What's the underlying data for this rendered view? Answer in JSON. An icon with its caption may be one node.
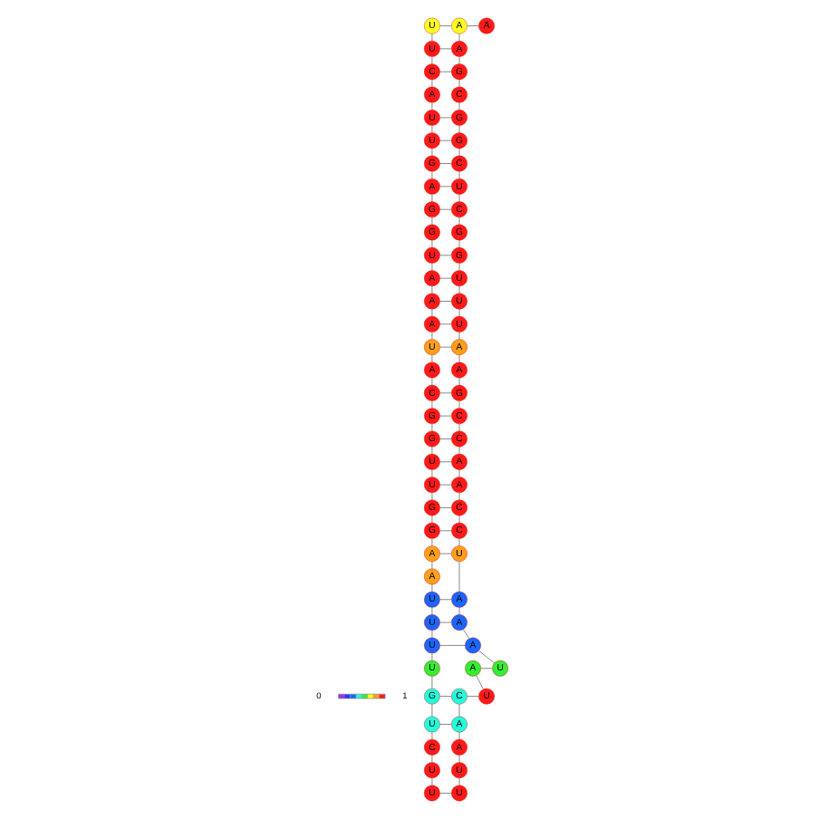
{
  "diagram": {
    "nodes": [
      {
        "text": [
          "U"
        ]
      },
      {
        "text": [
          "U"
        ]
      },
      {
        "text": [
          "C"
        ]
      },
      {
        "text": [
          "A"
        ]
      },
      {
        "text": [
          "U"
        ]
      },
      {
        "text": [
          "U"
        ]
      },
      {
        "text": [
          "G"
        ]
      },
      {
        "text": [
          "A"
        ]
      },
      {
        "text": [
          "G"
        ]
      },
      {
        "text": [
          "G"
        ]
      },
      {
        "text": [
          "U"
        ]
      },
      {
        "text": [
          "A"
        ]
      },
      {
        "text": [
          "A"
        ]
      },
      {
        "text": [
          "A"
        ]
      },
      {
        "text": [
          "U"
        ]
      },
      {
        "text": [
          "A"
        ]
      },
      {
        "text": [
          "C"
        ]
      },
      {
        "text": [
          "G"
        ]
      },
      {
        "text": [
          "G"
        ]
      },
      {
        "text": [
          "U"
        ]
      },
      {
        "text": [
          "U"
        ]
      },
      {
        "text": [
          "G"
        ]
      },
      {
        "text": [
          "G"
        ]
      },
      {
        "text": [
          "A"
        ]
      },
      {
        "text": [
          "A"
        ]
      },
      {
        "text": [
          "U"
        ]
      },
      {
        "text": [
          "U"
        ]
      },
      {
        "text": [
          "U"
        ]
      },
      {
        "text": [
          "U"
        ]
      },
      {
        "text": [
          "G"
        ]
      },
      {
        "text": [
          "U"
        ]
      },
      {
        "text": [
          "C"
        ]
      },
      {
        "text": [
          "U"
        ]
      },
      {
        "text": [
          "U"
        ]
      },
      {
        "text": [
          "U"
        ]
      },
      {
        "text": [
          "U"
        ]
      },
      {
        "text": [
          "A"
        ]
      },
      {
        "text": [
          "A"
        ]
      },
      {
        "text": [
          "C"
        ]
      },
      {
        "text": [
          "U"
        ]
      },
      {
        "text": [
          "A"
        ]
      },
      {
        "text": [
          "U"
        ]
      },
      {
        "text": [
          "A"
        ]
      },
      {
        "text": [
          "A"
        ]
      },
      {
        "text": [
          "A"
        ]
      },
      {
        "text": [
          "U"
        ]
      },
      {
        "text": [
          "C"
        ]
      },
      {
        "text": [
          "C"
        ]
      },
      {
        "text": [
          "A"
        ]
      },
      {
        "text": [
          "A"
        ]
      },
      {
        "text": [
          "C"
        ]
      },
      {
        "text": [
          "C"
        ]
      },
      {
        "text": [
          "G"
        ]
      },
      {
        "text": [
          "A"
        ]
      },
      {
        "text": [
          "A"
        ]
      },
      {
        "text": [
          "U"
        ]
      },
      {
        "text": [
          "U"
        ]
      },
      {
        "text": [
          "U"
        ]
      },
      {
        "text": [
          "G"
        ]
      },
      {
        "text": [
          "G"
        ]
      },
      {
        "text": [
          "C"
        ]
      },
      {
        "text": [
          "U"
        ]
      },
      {
        "text": [
          "C"
        ]
      },
      {
        "text": [
          "G"
        ]
      },
      {
        "text": [
          "G"
        ]
      },
      {
        "text": [
          "C"
        ]
      },
      {
        "text": [
          "G"
        ]
      },
      {
        "text": [
          "A"
        ]
      },
      {
        "text": [
          "A"
        ]
      },
      {
        "text": [
          "A"
        ]
      }
    ],
    "edges": [
      {
        "from": 0,
        "to": 1,
        "arrow": "none"
      },
      {
        "from": 1,
        "to": 2,
        "arrow": "none"
      },
      {
        "from": 2,
        "to": 3,
        "arrow": "none"
      },
      {
        "from": 3,
        "to": 4,
        "arrow": "none"
      },
      {
        "from": 4,
        "to": 5,
        "arrow": "none"
      },
      {
        "from": 5,
        "to": 6,
        "arrow": "none"
      },
      {
        "from": 6,
        "to": 7,
        "arrow": "none"
      },
      {
        "from": 7,
        "to": 8,
        "arrow": "none"
      },
      {
        "from": 8,
        "to": 9,
        "arrow": "none"
      },
      {
        "from": 9,
        "to": 10,
        "arrow": "none"
      },
      {
        "from": 10,
        "to": 11,
        "arrow": "none"
      },
      {
        "from": 11,
        "to": 12,
        "arrow": "none"
      },
      {
        "from": 12,
        "to": 13,
        "arrow": "none"
      },
      {
        "from": 13,
        "to": 14,
        "arrow": "none"
      },
      {
        "from": 14,
        "to": 15,
        "arrow": "none"
      },
      {
        "from": 15,
        "to": 16,
        "arrow": "none"
      },
      {
        "from": 16,
        "to": 17,
        "arrow": "none"
      },
      {
        "from": 17,
        "to": 18,
        "arrow": "none"
      },
      {
        "from": 18,
        "to": 19,
        "arrow": "none"
      },
      {
        "from": 19,
        "to": 20,
        "arrow": "none"
      },
      {
        "from": 20,
        "to": 21,
        "arrow": "none"
      },
      {
        "from": 21,
        "to": 22,
        "arrow": "none"
      },
      {
        "from": 22,
        "to": 23,
        "arrow": "none"
      },
      {
        "from": 23,
        "to": 24,
        "arrow": "none"
      },
      {
        "from": 24,
        "to": 25,
        "arrow": "none"
      },
      {
        "from": 25,
        "to": 26,
        "arrow": "none"
      },
      {
        "from": 26,
        "to": 27,
        "arrow": "none"
      },
      {
        "from": 27,
        "to": 28,
        "arrow": "none"
      },
      {
        "from": 28,
        "to": 29,
        "arrow": "none"
      },
      {
        "from": 29,
        "to": 30,
        "arrow": "none"
      },
      {
        "from": 30,
        "to": 31,
        "arrow": "none"
      },
      {
        "from": 31,
        "to": 32,
        "arrow": "none"
      },
      {
        "from": 32,
        "to": 33,
        "arrow": "none"
      },
      {
        "from": 33,
        "to": 34,
        "arrow": "none"
      },
      {
        "from": 34,
        "to": 35,
        "arrow": "none"
      },
      {
        "from": 35,
        "to": 36,
        "arrow": "none"
      },
      {
        "from": 36,
        "to": 37,
        "arrow": "none"
      },
      {
        "from": 37,
        "to": 38,
        "arrow": "none"
      },
      {
        "from": 38,
        "to": 39,
        "arrow": "none"
      },
      {
        "from": 39,
        "to": 40,
        "arrow": "none"
      },
      {
        "from": 40,
        "to": 41,
        "arrow": "none"
      },
      {
        "from": 41,
        "to": 42,
        "arrow": "none"
      },
      {
        "from": 42,
        "to": 43,
        "arrow": "none"
      },
      {
        "from": 43,
        "to": 44,
        "arrow": "none"
      },
      {
        "from": 44,
        "to": 45,
        "arrow": "none"
      },
      {
        "from": 45,
        "to": 46,
        "arrow": "none"
      },
      {
        "from": 46,
        "to": 47,
        "arrow": "none"
      },
      {
        "from": 47,
        "to": 48,
        "arrow": "none"
      },
      {
        "from": 48,
        "to": 49,
        "arrow": "none"
      },
      {
        "from": 49,
        "to": 50,
        "arrow": "none"
      },
      {
        "from": 50,
        "to": 51,
        "arrow": "none"
      },
      {
        "from": 51,
        "to": 52,
        "arrow": "none"
      },
      {
        "from": 52,
        "to": 53,
        "arrow": "none"
      },
      {
        "from": 53,
        "to": 54,
        "arrow": "none"
      },
      {
        "from": 54,
        "to": 55,
        "arrow": "none"
      },
      {
        "from": 55,
        "to": 56,
        "arrow": "none"
      },
      {
        "from": 56,
        "to": 57,
        "arrow": "none"
      },
      {
        "from": 57,
        "to": 58,
        "arrow": "none"
      },
      {
        "from": 58,
        "to": 59,
        "arrow": "none"
      },
      {
        "from": 59,
        "to": 60,
        "arrow": "none"
      },
      {
        "from": 60,
        "to": 61,
        "arrow": "none"
      },
      {
        "from": 61,
        "to": 62,
        "arrow": "none"
      },
      {
        "from": 62,
        "to": 63,
        "arrow": "none"
      },
      {
        "from": 63,
        "to": 64,
        "arrow": "none"
      },
      {
        "from": 64,
        "to": 65,
        "arrow": "none"
      },
      {
        "from": 65,
        "to": 66,
        "arrow": "none"
      },
      {
        "from": 66,
        "to": 67,
        "arrow": "none"
      },
      {
        "from": 67,
        "to": 68,
        "arrow": "none"
      },
      {
        "from": 68,
        "to": 69,
        "arrow": "none"
      },
      {
        "from": 0,
        "to": 68,
        "arrow": "none"
      },
      {
        "from": 1,
        "to": 67,
        "arrow": "none"
      },
      {
        "from": 2,
        "to": 66,
        "arrow": "none"
      },
      {
        "from": 4,
        "to": 64,
        "arrow": "none"
      },
      {
        "from": 5,
        "to": 63,
        "arrow": "none"
      },
      {
        "from": 6,
        "to": 62,
        "arrow": "none"
      },
      {
        "from": 7,
        "to": 61,
        "arrow": "none"
      },
      {
        "from": 8,
        "to": 60,
        "arrow": "none"
      },
      {
        "from": 10,
        "to": 58,
        "arrow": "none"
      },
      {
        "from": 11,
        "to": 57,
        "arrow": "none"
      },
      {
        "from": 12,
        "to": 56,
        "arrow": "none"
      },
      {
        "from": 13,
        "to": 55,
        "arrow": "none"
      },
      {
        "from": 14,
        "to": 54,
        "arrow": "none"
      },
      {
        "from": 16,
        "to": 52,
        "arrow": "none"
      },
      {
        "from": 17,
        "to": 51,
        "arrow": "none"
      },
      {
        "from": 18,
        "to": 50,
        "arrow": "none"
      },
      {
        "from": 19,
        "to": 49,
        "arrow": "none"
      },
      {
        "from": 20,
        "to": 48,
        "arrow": "none"
      },
      {
        "from": 21,
        "to": 47,
        "arrow": "none"
      },
      {
        "from": 22,
        "to": 46,
        "arrow": "none"
      },
      {
        "from": 23,
        "to": 45,
        "arrow": "none"
      },
      {
        "from": 25,
        "to": 44,
        "arrow": "none"
      },
      {
        "from": 26,
        "to": 43,
        "arrow": "none"
      },
      {
        "from": 27,
        "to": 42,
        "arrow": "none"
      },
      {
        "from": 29,
        "to": 38,
        "arrow": "none"
      },
      {
        "from": 30,
        "to": 37,
        "arrow": "none"
      }
    ],
    "labels": [
      "0",
      "1"
    ]
  }
}
